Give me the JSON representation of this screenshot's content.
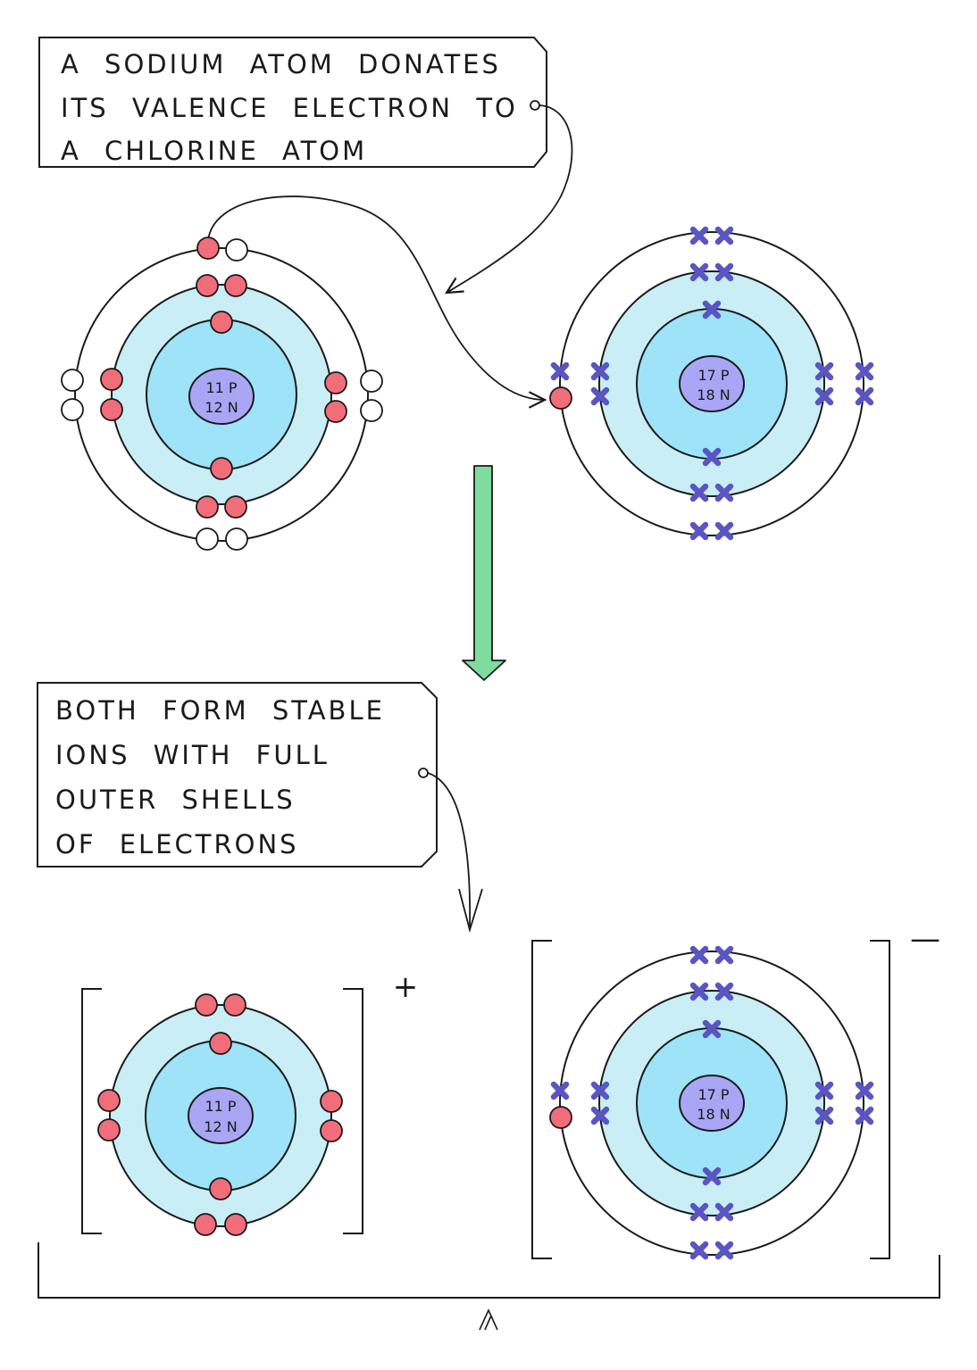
{
  "labels": {
    "top": [
      "A SODIUM ATOM DONATES",
      "ITS VALENCE ELECTRON TO",
      "A CHLORINE ATOM"
    ],
    "bottom": [
      "BOTH FORM STABLE",
      "IONS WITH FULL",
      "OUTER SHELLS",
      "OF ELECTRONS"
    ]
  },
  "sodium": {
    "protons": "11 P",
    "neutrons": "12 N"
  },
  "chlorine": {
    "protons": "17 P",
    "neutrons": "18 N"
  },
  "charges": {
    "sodium_ion": "+",
    "chloride_ion": "—"
  },
  "colors": {
    "inner_shell": "#9ee3f7",
    "middle_shell": "#c9eef5",
    "nucleus": "#a9a6f5",
    "sodium_electron": "#f26d7a",
    "chlorine_electron": "#5a55c2",
    "arrow": "#7fdc9e"
  },
  "icons": [
    "red-dot-electron",
    "white-dot-empty-position",
    "blue-cross-electron",
    "green-down-arrow"
  ]
}
